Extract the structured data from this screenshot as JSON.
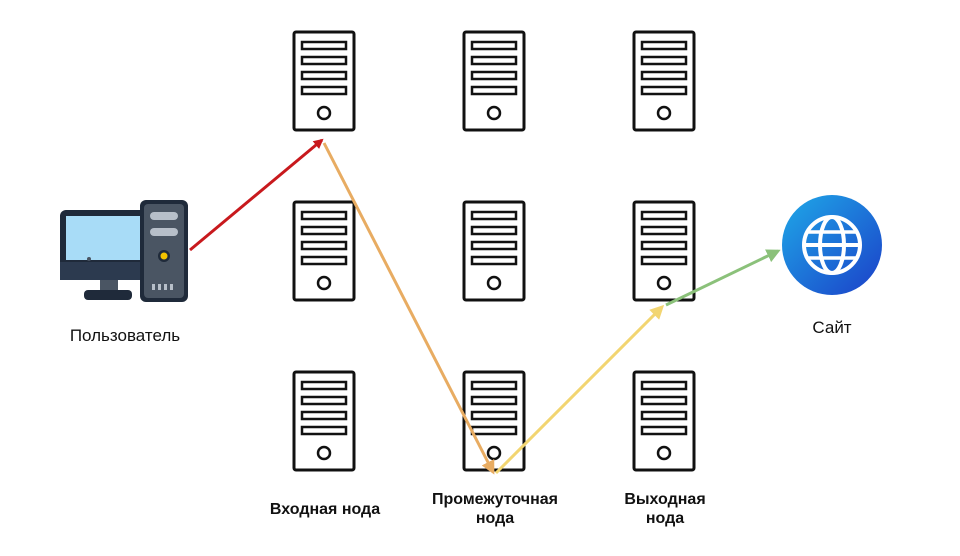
{
  "labels": {
    "user": "Пользователь",
    "site": "Сайт",
    "entry_node": "Входная нода",
    "middle_node_line1": "Промежуточная",
    "middle_node_line2": "нода",
    "exit_node_line1": "Выходная",
    "exit_node_line2": "нода"
  },
  "colors": {
    "server_outline": "#111111",
    "server_fill": "#ffffff",
    "monitor_screen": "#a8dcf7",
    "monitor_frame": "#1f2a3a",
    "tower_body": "#4a5563",
    "tower_slot": "#b7bfc9",
    "tower_led": "#f2c200",
    "globe_gradient_start": "#1fa9e8",
    "globe_gradient_end": "#1b3fc8",
    "arrow_user_to_entry": "#c8191d",
    "arrow_entry_to_middle": "#e8ac62",
    "arrow_middle_to_exit": "#f2d571",
    "arrow_exit_to_site": "#8bc17a"
  },
  "icons": [
    "desktop-computer-icon",
    "server-icon",
    "globe-icon"
  ]
}
